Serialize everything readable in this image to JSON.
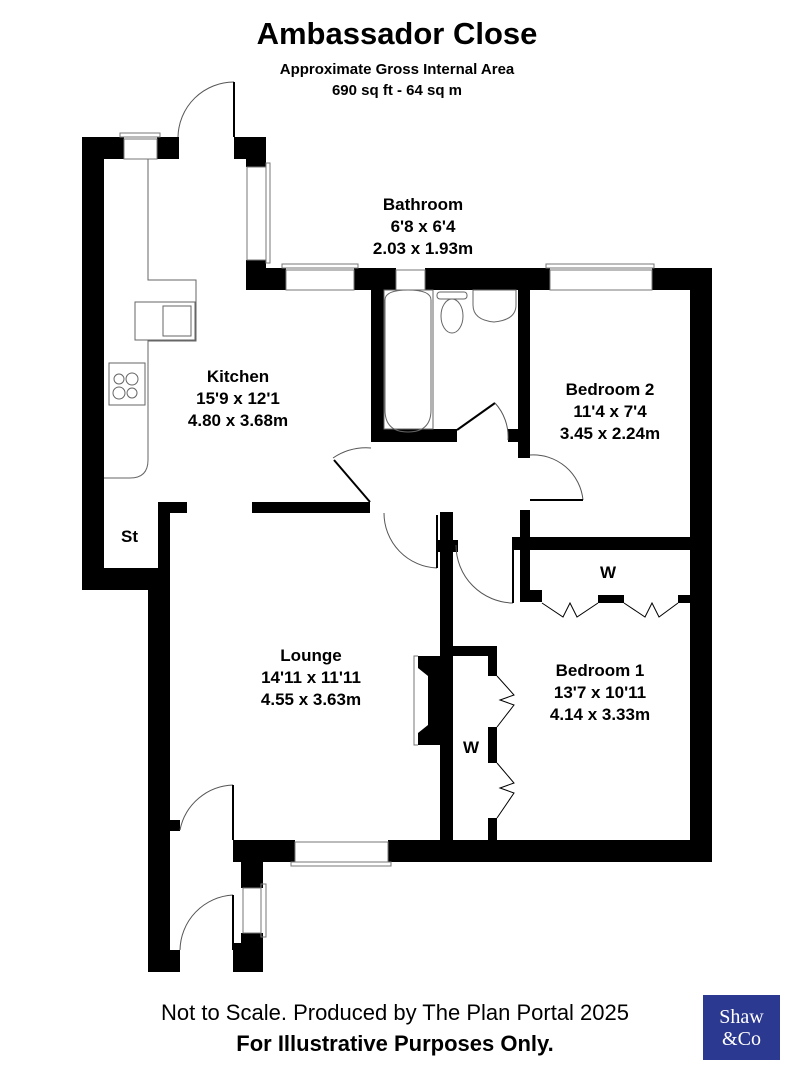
{
  "header": {
    "title": "Ambassador Close",
    "subtitle": "Approximate Gross Internal Area",
    "area": "690 sq ft - 64 sq m"
  },
  "rooms": {
    "kitchen": {
      "name": "Kitchen",
      "imperial": "15'9 x 12'1",
      "metric": "4.80 x 3.68m"
    },
    "bathroom": {
      "name": "Bathroom",
      "imperial": "6'8 x 6'4",
      "metric": "2.03 x 1.93m"
    },
    "bedroom2": {
      "name": "Bedroom 2",
      "imperial": "11'4 x 7'4",
      "metric": "3.45 x 2.24m"
    },
    "lounge": {
      "name": "Lounge",
      "imperial": "14'11 x 11'11",
      "metric": "4.55 x 3.63m"
    },
    "bedroom1": {
      "name": "Bedroom 1",
      "imperial": "13'7 x 10'11",
      "metric": "4.14 x 3.33m"
    }
  },
  "labels": {
    "storage": "St",
    "wardrobe_bed2_side": "W",
    "wardrobe_bed1": "W"
  },
  "footer": {
    "disclaimer": "Not to Scale. Produced by The Plan Portal 2025",
    "notice": "For Illustrative Purposes Only."
  },
  "logo": {
    "line1": "Shaw",
    "line2": "&Co",
    "color": "#2b3990"
  }
}
